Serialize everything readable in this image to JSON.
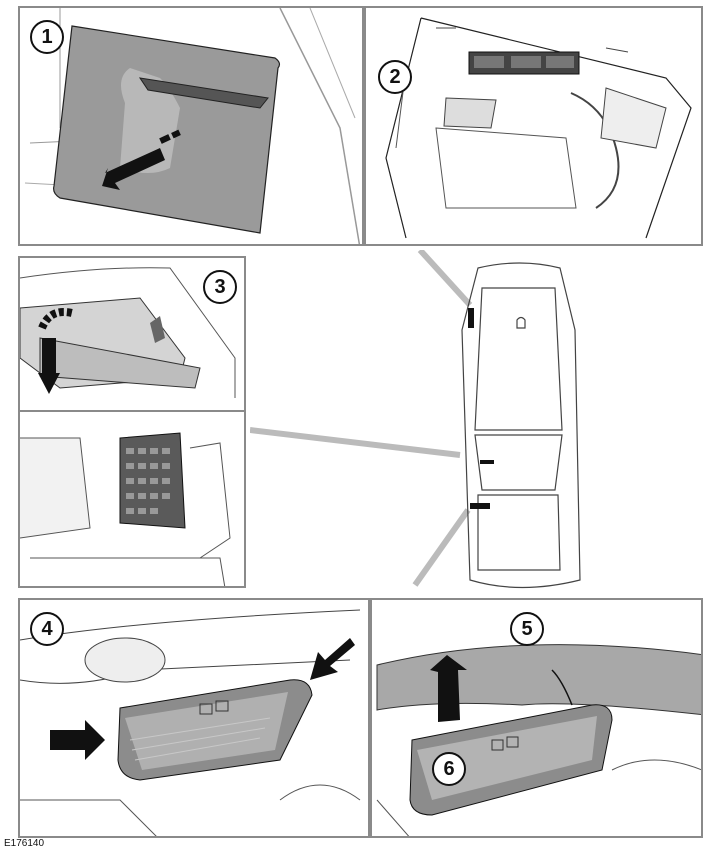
{
  "figure": {
    "id": "E176140",
    "callouts": [
      "1",
      "2",
      "3",
      "4",
      "5",
      "6"
    ]
  },
  "colors": {
    "frame": "#8a8a8a",
    "line": "#111111",
    "cover_dark": "#8c8c8c",
    "cover_light": "#c8c8c8",
    "arrow": "#111111",
    "background": "#ffffff"
  }
}
